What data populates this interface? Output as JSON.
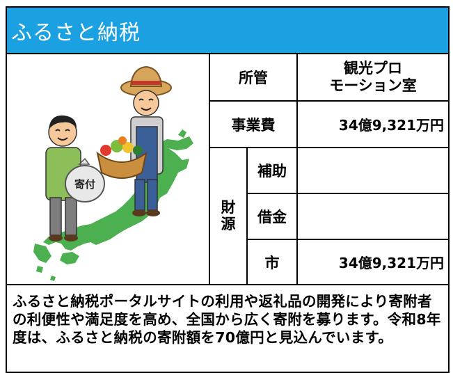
{
  "header": {
    "title": "ふるさと納税"
  },
  "illustration": {
    "bag_label": "寄付"
  },
  "table": {
    "jurisdiction_label": "所管",
    "jurisdiction_value_line1": "観光プロ",
    "jurisdiction_value_line2": "モーション室",
    "cost_label": "事業費",
    "cost_value": "34億9,321万円",
    "funding_label_1": "財",
    "funding_label_2": "源",
    "subsidy_label": "補助",
    "subsidy_value": "",
    "loan_label": "借金",
    "loan_value": "",
    "city_label": "市",
    "city_value": "34億9,321万円"
  },
  "description": {
    "text": "ふるさと納税ポータルサイトの利用や返礼品の開発により寄附者の利便性や満足度を高め、全国から広く寄附を募ります。令和8年度は、ふるさと納税の寄附額を70億円と見込んでいます。"
  },
  "colors": {
    "header_bg": "#1ba1e2",
    "header_text": "#ffffff",
    "map_green": "#4caf50"
  }
}
